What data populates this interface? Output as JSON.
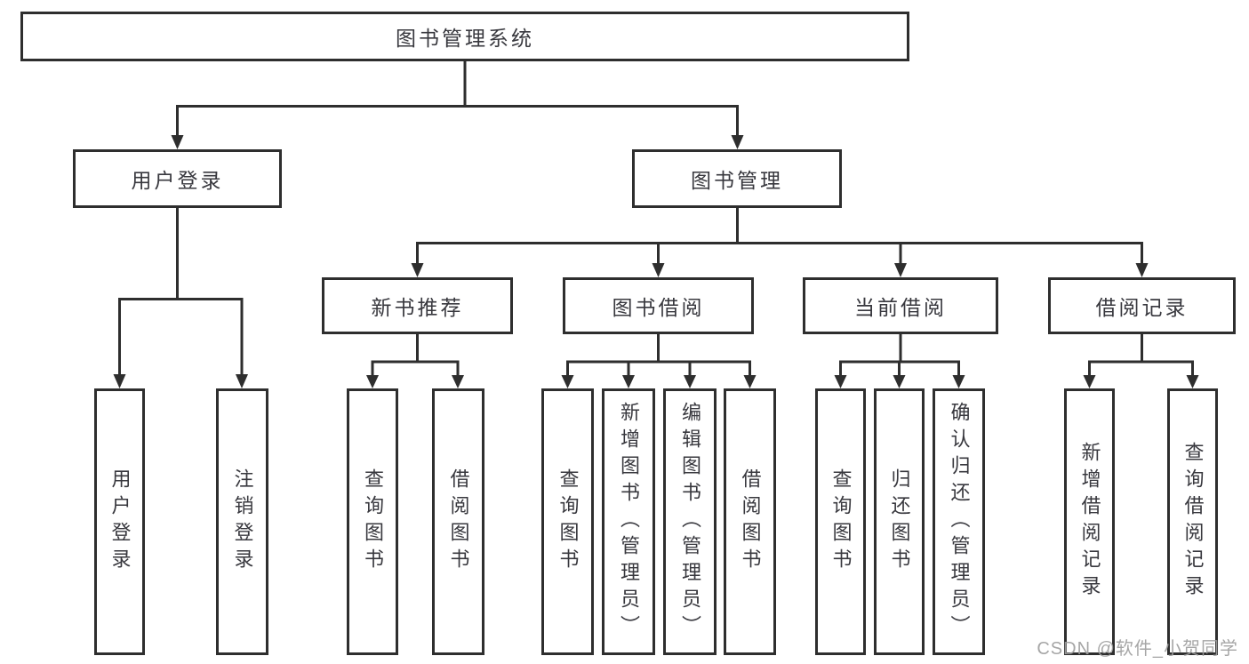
{
  "root": {
    "label": "图书管理系统"
  },
  "branches": [
    {
      "label": "用户登录",
      "leaves": [
        {
          "label": "用户登录"
        },
        {
          "label": "注销登录"
        }
      ]
    },
    {
      "label": "图书管理",
      "groups": [
        {
          "label": "新书推荐",
          "leaves": [
            {
              "label": "查询图书"
            },
            {
              "label": "借阅图书"
            }
          ]
        },
        {
          "label": "图书借阅",
          "leaves": [
            {
              "label": "查询图书"
            },
            {
              "label": "新增图书（管理员）"
            },
            {
              "label": "编辑图书（管理员）"
            },
            {
              "label": "借阅图书"
            }
          ]
        },
        {
          "label": "当前借阅",
          "leaves": [
            {
              "label": "查询图书"
            },
            {
              "label": "归还图书"
            },
            {
              "label": "确认归还（管理员）"
            }
          ]
        },
        {
          "label": "借阅记录",
          "leaves": [
            {
              "label": "新增借阅记录"
            },
            {
              "label": "查询借阅记录"
            }
          ]
        }
      ]
    }
  ],
  "watermark": "CSDN @软件_小贺同学",
  "colors": {
    "line": "#2e2e2e",
    "box_border": "#2e2e2e",
    "text": "#38383e",
    "watermark": "#9e9e9e",
    "background": "#ffffff"
  }
}
